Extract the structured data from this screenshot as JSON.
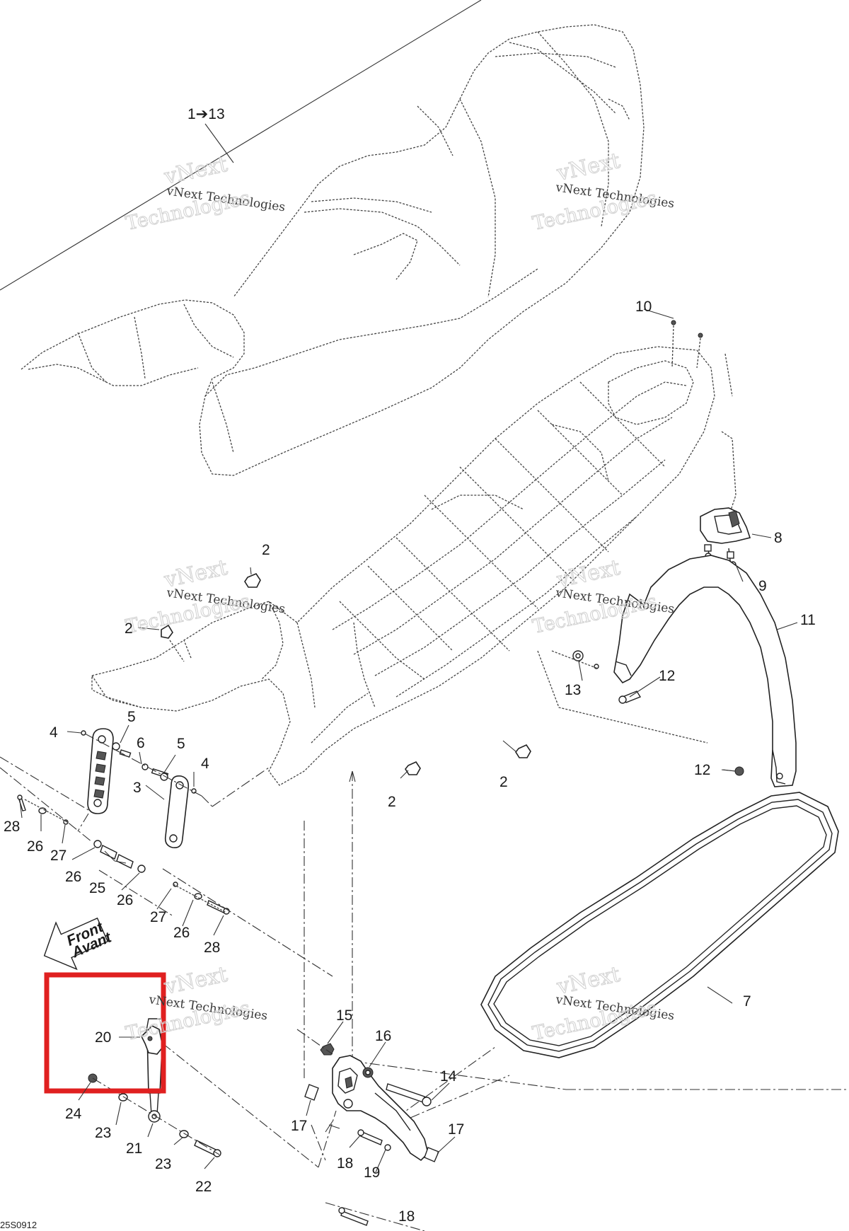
{
  "watermark": {
    "line_small": "vNext Technologies",
    "line_large_1": "vNext",
    "line_large_2": "Technologies"
  },
  "front_arrow": {
    "line1": "Front",
    "line2": "Avant"
  },
  "drawing_code": "25S0912",
  "highlight": {
    "color": "#e02020",
    "callout": "20"
  },
  "callouts": {
    "c1_13": "1➔13",
    "c2a": "2",
    "c2b": "2",
    "c2c": "2",
    "c2d": "2",
    "c3": "3",
    "c4a": "4",
    "c4b": "4",
    "c5a": "5",
    "c5b": "5",
    "c6": "6",
    "c7": "7",
    "c8": "8",
    "c9": "9",
    "c10": "10",
    "c11": "11",
    "c12a": "12",
    "c12b": "12",
    "c13": "13",
    "c14": "14",
    "c15": "15",
    "c16": "16",
    "c17a": "17",
    "c17b": "17",
    "c18a": "18",
    "c18b": "18",
    "c19": "19",
    "c20": "20",
    "c21": "21",
    "c22": "22",
    "c23a": "23",
    "c23b": "23",
    "c24": "24",
    "c25": "25",
    "c26a": "26",
    "c26b": "26",
    "c26c": "26",
    "c26d": "26",
    "c27a": "27",
    "c27b": "27",
    "c28a": "28",
    "c28b": "28"
  }
}
